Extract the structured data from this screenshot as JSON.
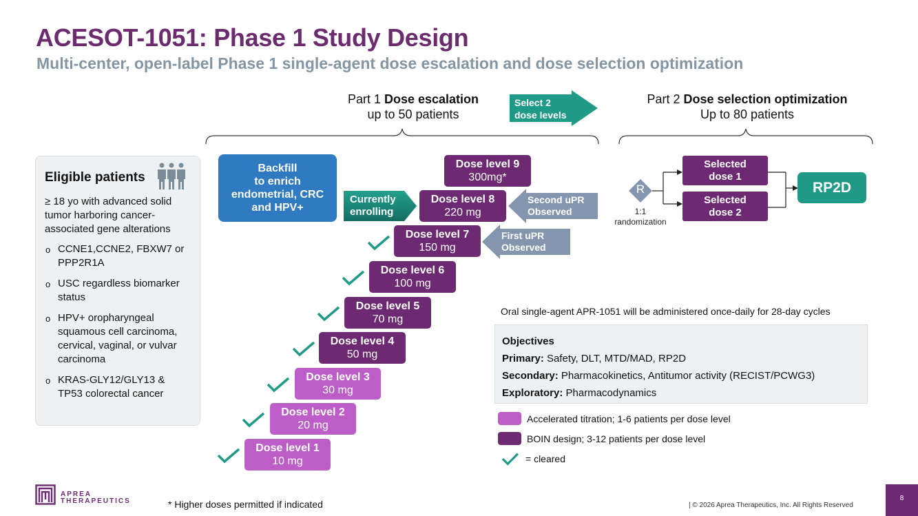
{
  "header": {
    "title": "ACESOT-1051: Phase 1 Study Design",
    "subtitle": "Multi-center, open-label Phase 1 single-agent dose escalation and dose selection optimization"
  },
  "part1": {
    "prefix": "Part 1 ",
    "bold": "Dose escalation",
    "sub": "up to 50 patients"
  },
  "select_arrow": {
    "line1": "Select 2",
    "line2": "dose levels"
  },
  "part2": {
    "prefix": "Part 2 ",
    "bold": "Dose selection optimization",
    "sub": "Up to 80 patients"
  },
  "eligible": {
    "title": "Eligible patients",
    "icon": "people-group-icon",
    "intro": "≥ 18 yo with advanced solid tumor harboring cancer-associated gene alterations",
    "items": [
      "CCNE1,CCNE2, FBXW7 or PPP2R1A",
      "USC regardless biomarker status",
      "HPV+ oropharyngeal squamous cell carcinoma, cervical, vaginal, or vulvar carcinoma",
      "KRAS-GLY12/GLY13 & TP53 colorectal cancer"
    ]
  },
  "backfill": {
    "line1": "Backfill",
    "line2": "to enrich",
    "line3": "endometrial, CRC",
    "line4": "and HPV+"
  },
  "currently_enrolling": {
    "line1": "Currently",
    "line2": "enrolling"
  },
  "second_upr": {
    "line1": "Second uPR",
    "line2": "Observed"
  },
  "first_upr": {
    "line1": "First uPR",
    "line2": "Observed"
  },
  "dose_levels": [
    {
      "label": "Dose level 1",
      "dose": "10 mg",
      "design": "accelerated",
      "cleared": true
    },
    {
      "label": "Dose level 2",
      "dose": "20 mg",
      "design": "accelerated",
      "cleared": true
    },
    {
      "label": "Dose level 3",
      "dose": "30 mg",
      "design": "accelerated",
      "cleared": true
    },
    {
      "label": "Dose level 4",
      "dose": "50 mg",
      "design": "boin",
      "cleared": true
    },
    {
      "label": "Dose level 5",
      "dose": "70 mg",
      "design": "boin",
      "cleared": true
    },
    {
      "label": "Dose level 6",
      "dose": "100 mg",
      "design": "boin",
      "cleared": true
    },
    {
      "label": "Dose level 7",
      "dose": "150 mg",
      "design": "boin",
      "cleared": true
    },
    {
      "label": "Dose level 8",
      "dose": "220 mg",
      "design": "boin",
      "cleared": false
    },
    {
      "label": "Dose level 9",
      "dose": "300mg*",
      "design": "boin",
      "cleared": false
    }
  ],
  "randomization": {
    "symbol": "R",
    "ratio": "1:1",
    "label": "randomization"
  },
  "selected": [
    {
      "line1": "Selected",
      "line2": "dose 1"
    },
    {
      "line1": "Selected",
      "line2": "dose 2"
    }
  ],
  "rp2d": "RP2D",
  "oral_note": "Oral single-agent APR-1051 will be administered once-daily for  28-day cycles",
  "objectives": {
    "title": "Objectives",
    "rows": [
      {
        "label": "Primary:",
        "text": " Safety, DLT, MTD/MAD, RP2D"
      },
      {
        "label": "Secondary:",
        "text": " Pharmacokinetics, Antitumor activity (RECIST/PCWG3)"
      },
      {
        "label": "Exploratory:",
        "text": " Pharmacodynamics"
      }
    ]
  },
  "legend": {
    "accelerated": "Accelerated titration; 1-6 patients per dose level",
    "boin": "BOIN design; 3-12 patients per dose level",
    "cleared": "= cleared"
  },
  "colors": {
    "boin": "#6d2a72",
    "accelerated": "#bd5ec8",
    "teal": "#1f9a87",
    "backfill": "#2f7ac0",
    "upr_arrow": "#8496ad",
    "title": "#6b2b6e"
  },
  "footer": {
    "logo_line1": "APREA",
    "logo_line2": "THERAPEUTICS",
    "footnote": "*  Higher doses permitted if indicated",
    "copyright": "|  © 2026 Aprea Therapeutics, Inc. All Rights Reserved",
    "page_number": "8"
  }
}
